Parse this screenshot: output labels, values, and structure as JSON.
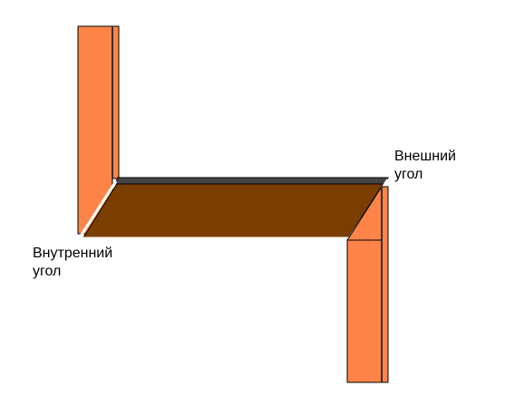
{
  "labels": {
    "inner_corner": {
      "line1": "Внутренний",
      "line2": "угол"
    },
    "outer_corner": {
      "line1": "Внешний",
      "line2": "угол"
    }
  },
  "colors": {
    "panel_face": "#ff8447",
    "panel_edge": "#ff8447",
    "shelf_top": "#7a3e00",
    "outline": "#000000",
    "gap": "#ffffff",
    "background": "#ffffff"
  }
}
